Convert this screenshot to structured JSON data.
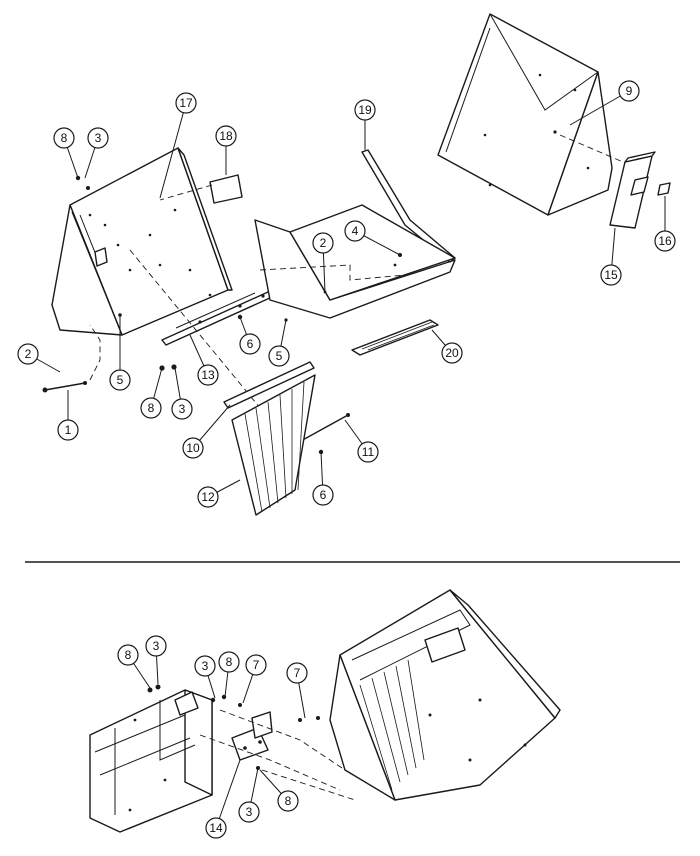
{
  "callouts": [
    {
      "id": "c1",
      "label": "1"
    },
    {
      "id": "c2a",
      "label": "2"
    },
    {
      "id": "c2b",
      "label": "2"
    },
    {
      "id": "c3a",
      "label": "3"
    },
    {
      "id": "c3b",
      "label": "3"
    },
    {
      "id": "c3c",
      "label": "3"
    },
    {
      "id": "c3d",
      "label": "3"
    },
    {
      "id": "c3e",
      "label": "3"
    },
    {
      "id": "c4",
      "label": "4"
    },
    {
      "id": "c5a",
      "label": "5"
    },
    {
      "id": "c5b",
      "label": "5"
    },
    {
      "id": "c6a",
      "label": "6"
    },
    {
      "id": "c6b",
      "label": "6"
    },
    {
      "id": "c7a",
      "label": "7"
    },
    {
      "id": "c7b",
      "label": "7"
    },
    {
      "id": "c8a",
      "label": "8"
    },
    {
      "id": "c8b",
      "label": "8"
    },
    {
      "id": "c8c",
      "label": "8"
    },
    {
      "id": "c8d",
      "label": "8"
    },
    {
      "id": "c8e",
      "label": "8"
    },
    {
      "id": "c9",
      "label": "9"
    },
    {
      "id": "c10",
      "label": "10"
    },
    {
      "id": "c11",
      "label": "11"
    },
    {
      "id": "c12",
      "label": "12"
    },
    {
      "id": "c13",
      "label": "13"
    },
    {
      "id": "c14",
      "label": "14"
    },
    {
      "id": "c15",
      "label": "15"
    },
    {
      "id": "c16",
      "label": "16"
    },
    {
      "id": "c17",
      "label": "17"
    },
    {
      "id": "c18",
      "label": "18"
    },
    {
      "id": "c19",
      "label": "19"
    },
    {
      "id": "c20",
      "label": "20"
    }
  ],
  "colors": {
    "line": "#1a1a1a",
    "background": "#ffffff"
  }
}
